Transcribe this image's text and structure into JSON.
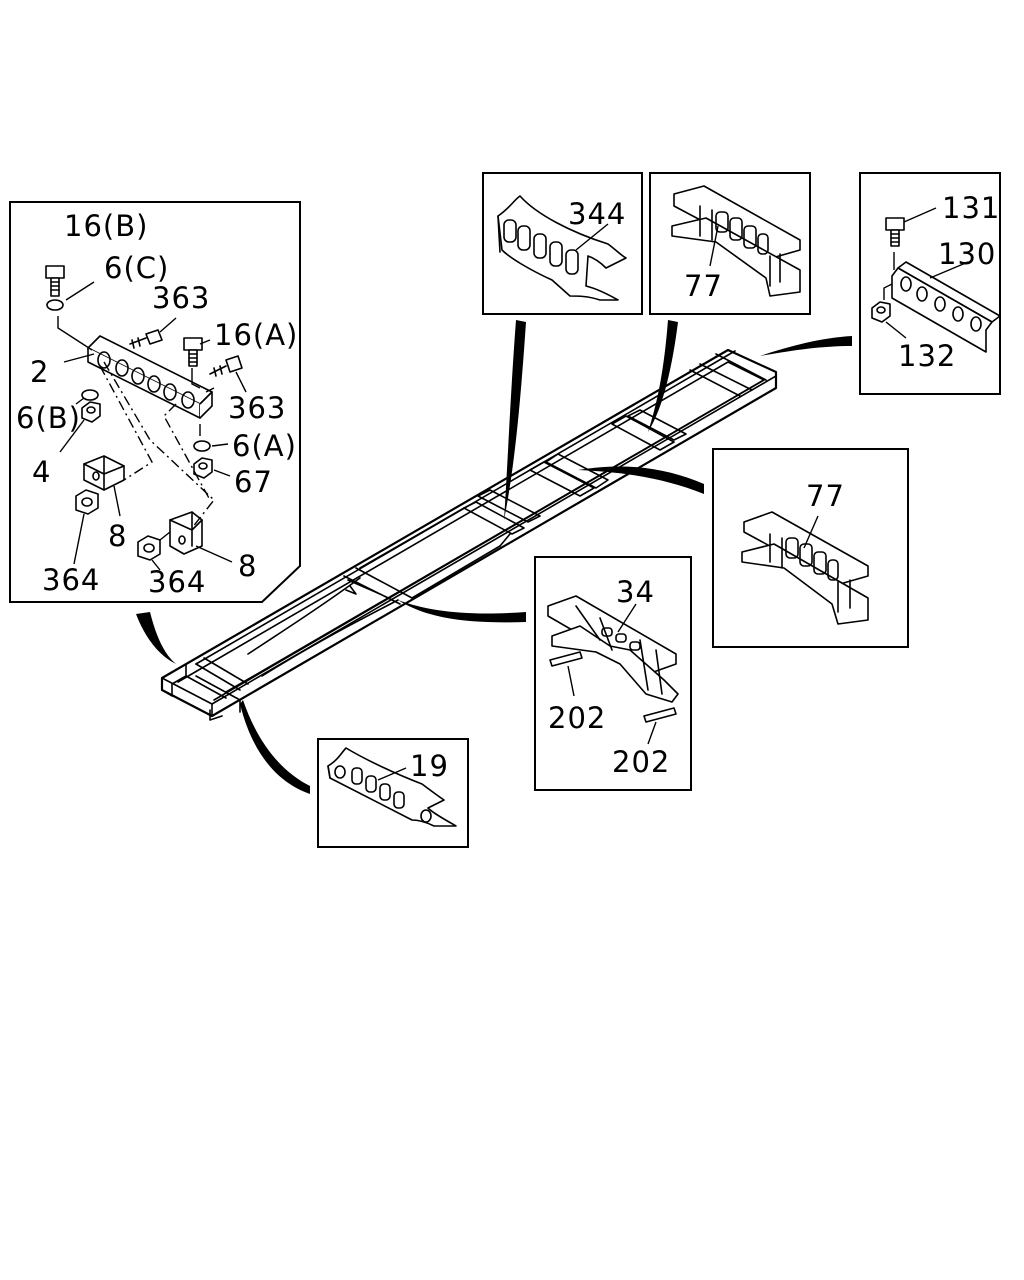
{
  "labels": {
    "l_16b": "16(B)",
    "l_6c": "6(C)",
    "l_363a": "363",
    "l_16a": "16(A)",
    "l_2": "2",
    "l_363b": "363",
    "l_6b": "6(B)",
    "l_6a": "6(A)",
    "l_4": "4",
    "l_67": "67",
    "l_8a": "8",
    "l_8b": "8",
    "l_364a": "364",
    "l_364b": "364",
    "l_344": "344",
    "l_77a": "77",
    "l_131": "131",
    "l_130": "130",
    "l_132": "132",
    "l_77b": "77",
    "l_34": "34",
    "l_202a": "202",
    "l_202b": "202",
    "l_19": "19"
  }
}
